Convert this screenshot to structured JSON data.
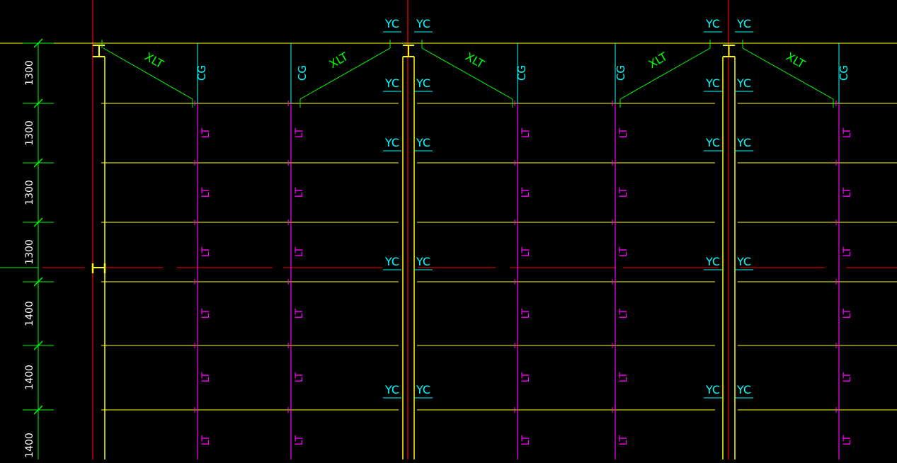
{
  "drawing": {
    "background": "#000000",
    "colors": {
      "girt": "#ffff00",
      "axis": "#ff0000",
      "dimension": "#00ff00",
      "dimension_text": "#ffffff",
      "tie_rod": "#ff00ff",
      "brace": "#00ff00",
      "label": "#00ffff"
    },
    "dimensions": [
      "1300",
      "1300",
      "1300",
      "1300",
      "1400",
      "1400",
      "1400"
    ],
    "labels": {
      "column_tag": "YC",
      "corner_member": "CG",
      "tie_rod": "LT",
      "diagonal_tie": "XLT"
    }
  }
}
